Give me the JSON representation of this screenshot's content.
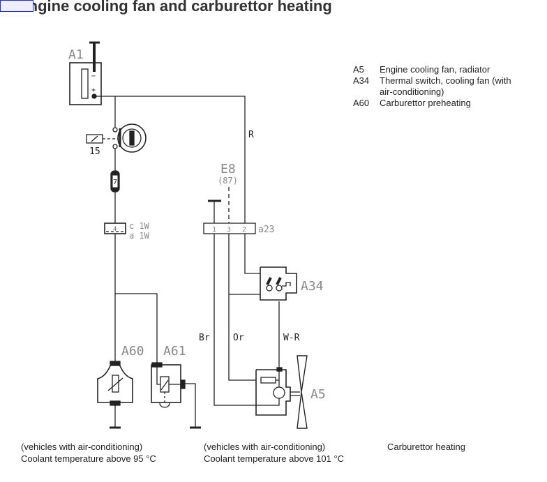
{
  "title": "Engine cooling fan and carburettor heating",
  "legend": [
    {
      "code": "A5",
      "desc": "Engine cooling fan, radiator"
    },
    {
      "code": "A34",
      "desc": "Thermal switch, cooling fan (with air-conditioning)"
    },
    {
      "code": "A60",
      "desc": "Carburettor preheating"
    }
  ],
  "diagram": {
    "a1": "A1",
    "relay15": "15",
    "fuse": "7",
    "conn_c1w": "c 1W",
    "conn_a1w": "a 1W",
    "conn_pin": "4",
    "e8": "E8",
    "e8_pin": "(87)",
    "a23": "a23",
    "a23_pins": [
      "1",
      "3",
      "2"
    ],
    "a34": "A34",
    "a60": "A60",
    "a61": "A61",
    "a5": "A5",
    "wire_r": "R",
    "wire_br": "Br",
    "wire_or": "Or",
    "wire_wr": "W-R",
    "minus": "−",
    "plus": "+"
  },
  "captions": [
    {
      "line1": "(vehicles with air-conditioning)",
      "line2": "Coolant temperature above 95 °C"
    },
    {
      "line1": "(vehicles with air-conditioning)",
      "line2": "Coolant temperature above 101 °C"
    },
    {
      "line1": "Carburettor heating",
      "line2": ""
    }
  ]
}
